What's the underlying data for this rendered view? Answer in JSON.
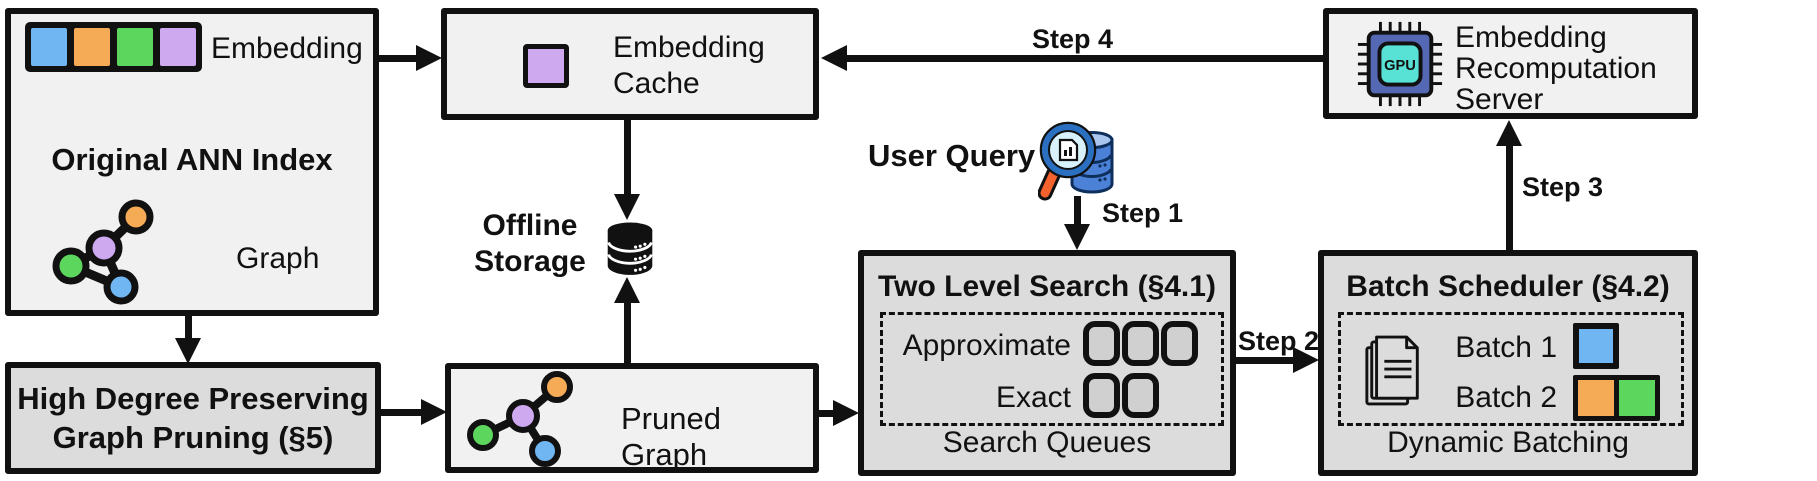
{
  "figure": {
    "original_ann_index": {
      "title": "Original ANN Index",
      "embedding_label": "Embedding",
      "graph_label": "Graph"
    },
    "embedding_cache": {
      "label": "Embedding Cache"
    },
    "recomputation_server": {
      "label": "Embedding Recomputation Server"
    },
    "offline_storage": {
      "label": "Offline Storage"
    },
    "user_query": {
      "label": "User Query"
    },
    "two_level_search": {
      "title": "Two Level Search (§4.1)",
      "rows": [
        {
          "label": "Approximate",
          "queue_slots": 3
        },
        {
          "label": "Exact",
          "queue_slots": 2
        }
      ],
      "footer": "Search Queues"
    },
    "batch_scheduler": {
      "title": "Batch Scheduler (§4.2)",
      "batches": [
        {
          "label": "Batch 1",
          "colors": [
            "#6fb6f2"
          ]
        },
        {
          "label": "Batch 2",
          "colors": [
            "#f5ab55",
            "#5cd65c"
          ]
        }
      ],
      "footer": "Dynamic Batching"
    },
    "graph_pruning": {
      "title": "High Degree Preserving Graph Pruning (§5)"
    },
    "pruned_graph": {
      "label": "Pruned Graph"
    },
    "steps": [
      {
        "label": "Step 1"
      },
      {
        "label": "Step 2"
      },
      {
        "label": "Step 3"
      },
      {
        "label": "Step 4"
      }
    ],
    "icons": {
      "gpu_label": "GPU",
      "names": [
        "graph-icon",
        "pruned-graph-icon",
        "database-icon",
        "query-magnifier-database-icon",
        "gpu-chip-icon",
        "documents-icon",
        "embedding-vector-icon"
      ]
    },
    "colors": {
      "embedding_blue": "#6fb6f2",
      "embedding_orange": "#f5ab55",
      "embedding_green": "#5cd65c",
      "embedding_purple": "#cfa9f0",
      "box_light": "#f1f1f1",
      "box_gray": "#dcdcdc",
      "queue_slot_gray": "#d0d0d0",
      "outline_black": "#111111",
      "gpu_chip_blue": "#5468b4",
      "gpu_core_cyan": "#58e1d5",
      "query_db_blue": "#4b82d8",
      "query_db_top_blue": "#a9c6ee",
      "query_lens_blue": "#d8f1fb",
      "query_handle_orange": "#f4622e"
    }
  }
}
